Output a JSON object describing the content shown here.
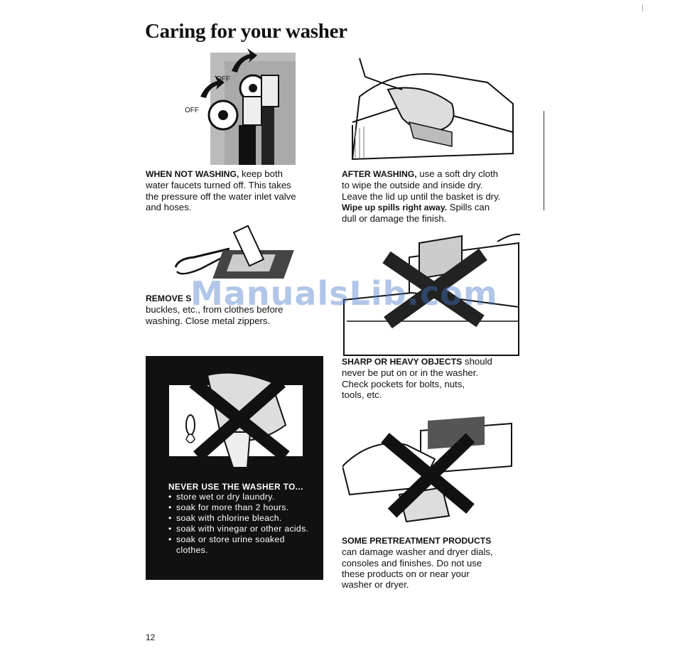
{
  "page": {
    "title": "Caring for your washer",
    "page_number": "12",
    "watermark": "ManualsLib.com"
  },
  "sections": {
    "faucets": {
      "label_off_top": "OFF",
      "label_off_left": "OFF",
      "heading": "WHEN NOT WASHING,",
      "text_1": " keep both",
      "line_2": "water faucets turned off. This takes",
      "line_3": "the pressure off the water inlet valve",
      "line_4": "and hoses."
    },
    "after_washing": {
      "heading": "AFTER WASHING,",
      "text_1": " use a soft dry cloth",
      "line_2": "to wipe the outside and inside dry.",
      "line_3": "Leave the lid up until the basket is dry.",
      "heading_2": "Wipe up spills right away.",
      "text_2": " Spills can",
      "line_5": "dull or damage the finish."
    },
    "remove_objects": {
      "line_1": "REMOVE S",
      "line_2": "buckles, etc., from clothes before",
      "line_3": "washing. Close metal zippers."
    },
    "sharp_objects": {
      "heading": "SHARP OR HEAVY OBJECTS",
      "text_1": " should",
      "line_2": "never be put on or in the washer.",
      "line_3": "Check pockets for bolts, nuts,",
      "line_4": "tools, etc."
    },
    "never_use": {
      "heading": "NEVER USE THE WASHER TO...",
      "items": [
        "store wet or dry laundry.",
        "soak for more than 2 hours.",
        "soak with chlorine bleach.",
        "soak with vinegar or other acids.",
        "soak or store urine soaked clothes."
      ]
    },
    "pretreatment": {
      "heading": "SOME PRETREATMENT PRODUCTS",
      "line_2": "can damage washer and dryer dials,",
      "line_3": "consoles and finishes. Do not use",
      "line_4": "these products on or near your",
      "line_5": "washer or dryer."
    }
  }
}
